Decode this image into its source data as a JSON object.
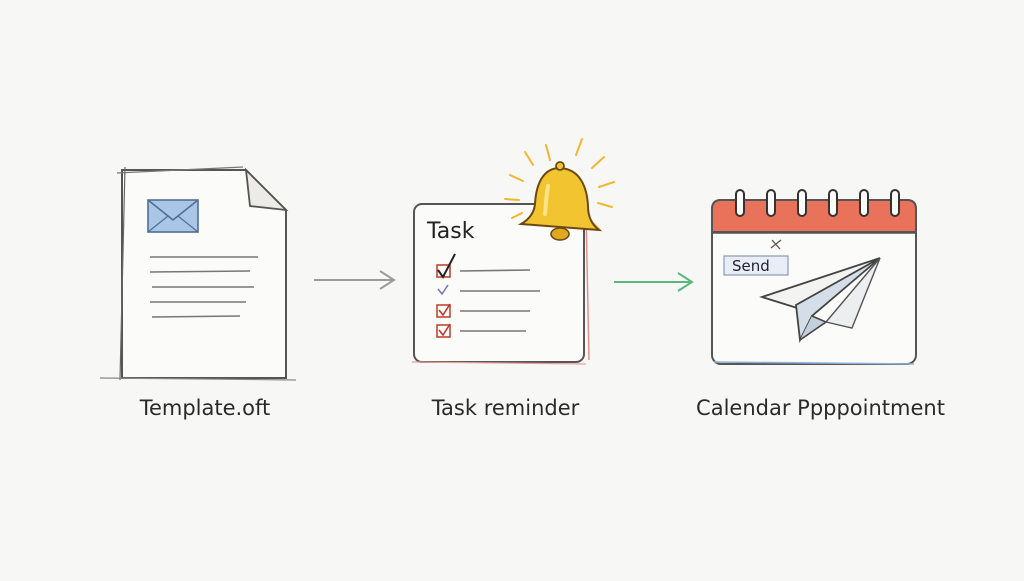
{
  "steps": [
    {
      "id": "template",
      "caption": "Template.oft",
      "icon": "document-envelope-icon"
    },
    {
      "id": "task",
      "caption": "Task reminder",
      "card_title": "Task",
      "icon": "task-checklist-bell-icon"
    },
    {
      "id": "calendar",
      "caption": "Calendar Ppppointment",
      "send_label": "Send",
      "icon": "calendar-paper-plane-icon"
    }
  ],
  "connectors": [
    {
      "from": "template",
      "to": "task",
      "color": "#9a9a9a"
    },
    {
      "from": "task",
      "to": "calendar",
      "color": "#5cb87a"
    }
  ],
  "colors": {
    "bell": "#f2c530",
    "calendar_header": "#e8735a",
    "envelope": "#a9c6e6",
    "checkbox_tick": "#c0392b"
  }
}
